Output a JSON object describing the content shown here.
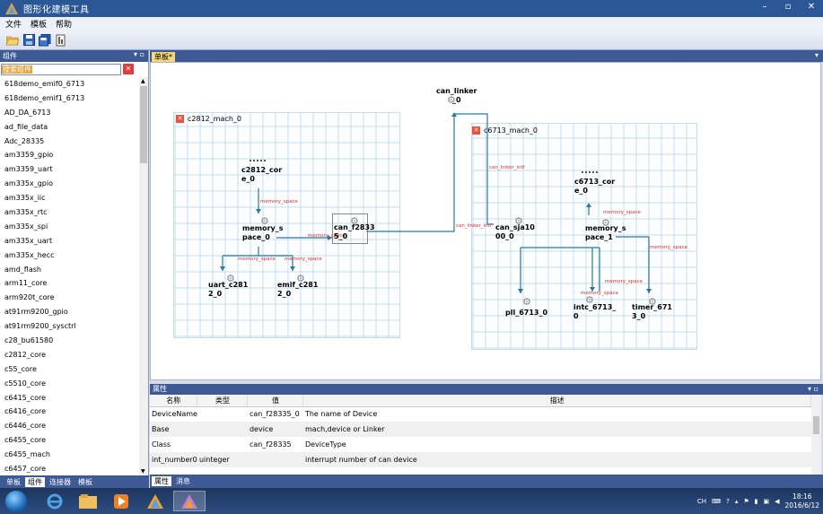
{
  "window": {
    "title": "图形化建模工具",
    "controls": [
      "–",
      "▫",
      "✕"
    ]
  },
  "menu": [
    "文件",
    "模板",
    "帮助"
  ],
  "left_panel": {
    "header": "组件",
    "search_placeholder": "搜索组件",
    "items": [
      "618demo_emif0_6713",
      "618demo_emif1_6713",
      "AD_DA_6713",
      "ad_file_data",
      "Adc_28335",
      "am3359_gpio",
      "am3359_uart",
      "am335x_gpio",
      "am335x_iic",
      "am335x_rtc",
      "am335x_spi",
      "am335x_uart",
      "am335x_hecc",
      "amd_flash",
      "arm11_core",
      "arm920t_core",
      "at91rm9200_gpio",
      "at91rm9200_sysctrl",
      "c28_bu61580",
      "c2812_core",
      "c55_core",
      "c5510_core",
      "c6415_core",
      "c6416_core",
      "c6446_core",
      "c6455_core",
      "c6455_mach",
      "c6457_core"
    ],
    "tabs": [
      "单板",
      "组件",
      "连接器",
      "模板"
    ],
    "active_tab": 1
  },
  "canvas": {
    "tab": "单板*",
    "machines": [
      {
        "name": "c2812_mach_0"
      },
      {
        "name": "c6713_mach_0"
      }
    ],
    "nodes": {
      "can_linker": "can_linker\n_0",
      "c2812_core": "c2812_cor\ne_0",
      "memory_space_0": "memory_s\npace_0",
      "can_f28335": "can_f2833\n5_0",
      "uart_c2812": "uart_c281\n2_0",
      "emif_c2812": "emif_c281\n2_0",
      "c6713_core": "c6713_cor\ne_0",
      "can_sja1000": "can_sja10\n00_0",
      "memory_space_1": "memory_s\npace_1",
      "pll_6713": "pll_6713_0",
      "intc_6713": "intc_6713_\n0",
      "timer_6713": "timer_671\n3_0"
    },
    "edge_labels": {
      "memory_space": "memory_space",
      "can_linker_intf": "can_linker_intf"
    }
  },
  "properties": {
    "header": "属性",
    "columns": [
      "名称",
      "类型",
      "值",
      "描述"
    ],
    "rows": [
      {
        "name": "DeviceName",
        "type": "",
        "value": "can_f28335_0",
        "desc": "The name of Device"
      },
      {
        "name": "Base",
        "type": "",
        "value": "device",
        "desc": "mach,device or Linker"
      },
      {
        "name": "Class",
        "type": "",
        "value": "can_f28335",
        "desc": "DeviceType"
      },
      {
        "name": "int_number0",
        "type": "uinteger",
        "value": "",
        "desc": "interrupt number of can device"
      }
    ],
    "tabs": [
      "属性",
      "消息"
    ],
    "active_tab": 0
  },
  "taskbar": {
    "tray_text": "CH",
    "time": "18:16",
    "date": "2016/6/12"
  }
}
